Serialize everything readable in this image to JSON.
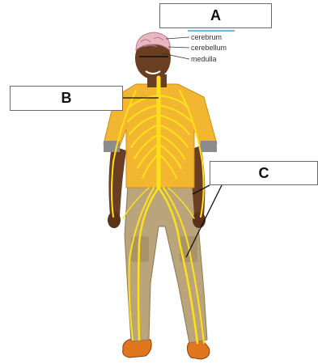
{
  "labels": {
    "a": "A",
    "b": "B",
    "c": "C"
  },
  "brain_parts": {
    "cerebrum": "cerebrum",
    "cerebellum": "cerebellum",
    "medulla": "medulla"
  },
  "colors": {
    "nerve": "#ffe11a",
    "shirt": "#f2b631",
    "pants": "#b9a47c",
    "skin": "#6a3e22",
    "brain": "#e8b7c2",
    "shoe": "#e0761e",
    "accent_line": "#3aa7d8"
  },
  "icons": {
    "figure": "boy-nervous-system-illustration"
  }
}
